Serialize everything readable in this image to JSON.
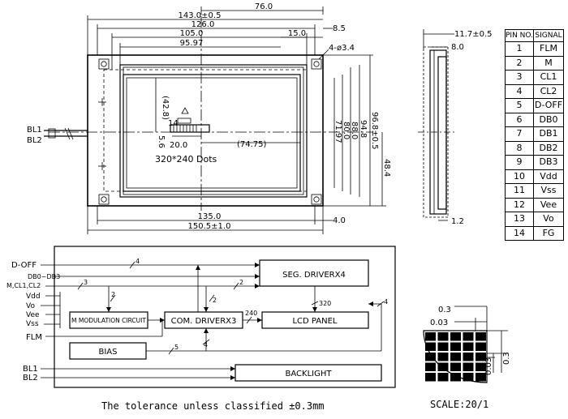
{
  "mechanical": {
    "top_dims": [
      "76.0",
      "143.0±0.5",
      "126.0",
      "105.0",
      "15.0",
      "95.97",
      "8.5"
    ],
    "hole_label": "4-ø3.4",
    "inner_dims": [
      "(42.8)",
      "14",
      "5.6",
      "20.0",
      "(74.75)"
    ],
    "dots_label": "320*240  Dots",
    "right_dims": [
      "71.97",
      "80.0",
      "88.0",
      "94.8",
      "96.8±0.5",
      "48.4"
    ],
    "bottom_dims": [
      "135.0",
      "150.5±1.0",
      "4.0"
    ],
    "bl_labels": [
      "BL1",
      "BL2"
    ]
  },
  "side_view": {
    "dims": [
      "11.7±0.5",
      "8.0",
      "1.2"
    ]
  },
  "pin_table": {
    "headers": [
      "PIN NO.",
      "SIGNAL"
    ],
    "rows": [
      [
        "1",
        "FLM"
      ],
      [
        "2",
        "M"
      ],
      [
        "3",
        "CL1"
      ],
      [
        "4",
        "CL2"
      ],
      [
        "5",
        "D-OFF"
      ],
      [
        "6",
        "DB0"
      ],
      [
        "7",
        "DB1"
      ],
      [
        "8",
        "DB2"
      ],
      [
        "9",
        "DB3"
      ],
      [
        "10",
        "Vdd"
      ],
      [
        "11",
        "Vss"
      ],
      [
        "12",
        "Vee"
      ],
      [
        "13",
        "Vo"
      ],
      [
        "14",
        "FG"
      ]
    ]
  },
  "block_diagram": {
    "inputs": [
      "D-OFF",
      "DB0~DB3",
      "M,CL1,CL2",
      "Vdd",
      "Vo",
      "Vee",
      "Vss",
      "FLM",
      "BL1",
      "BL2"
    ],
    "blocks": {
      "seg_driver": "SEG. DRIVERX4",
      "m_modulation": "M MODULATION CIRCUIT",
      "com_driver": "COM. DRIVERX3",
      "lcd_panel": "LCD PANEL",
      "bias": "BIAS",
      "backlight": "BACKLIGHT"
    },
    "bus_labels": [
      "4",
      "3",
      "2",
      "2",
      "2",
      "240",
      "320",
      "4",
      "4",
      "5"
    ]
  },
  "pixel_detail": {
    "dims": [
      "0.3",
      "0.03",
      "0.03",
      "0.3"
    ]
  },
  "footer": {
    "tolerance_note": "The tolerance unless classified ±0.3mm",
    "scale": "SCALE:20/1"
  }
}
